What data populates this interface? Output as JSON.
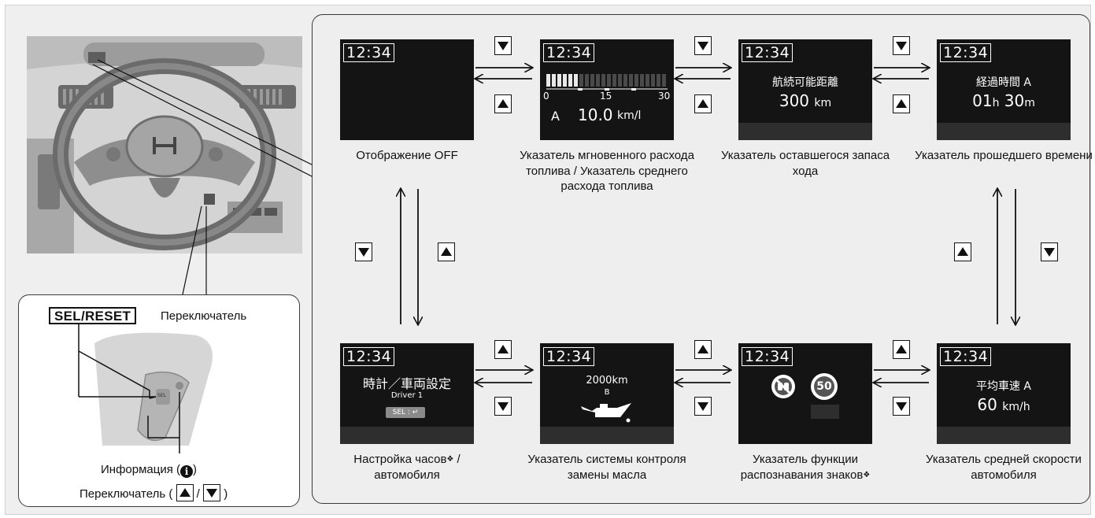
{
  "clock": "12:34",
  "screens": {
    "off": {
      "caption": "Отображение OFF"
    },
    "fuel": {
      "scale": [
        "0",
        "15",
        "30"
      ],
      "letter": "A",
      "value": "10.0",
      "unit": "km/l",
      "caption": "Указатель мгновенного расхода топлива / Указатель среднего расхода топлива"
    },
    "range": {
      "title": "航続可能距離",
      "value": "300",
      "unit": "km",
      "caption": "Указатель оставшегося запаса хода"
    },
    "elapsed": {
      "title": "経過時間 A",
      "hours": "01",
      "h": "h",
      "minutes": "30",
      "m": "m",
      "caption": "Указатель прошедшего времени"
    },
    "clock_setting": {
      "title": "時計／車両設定",
      "driver": "Driver 1",
      "sel": "SEL : ↵",
      "caption_line1": "Настройка часов",
      "star": "❖",
      "caption_line1_end": " /",
      "caption_line2": "автомобиля"
    },
    "oil": {
      "value": "2000km",
      "code": "B",
      "caption": "Указатель системы контроля замены масла"
    },
    "sign": {
      "speed_sign": "50",
      "caption_line1": "Указатель функции",
      "caption_line2": "распознавания знаков",
      "star": "❖"
    },
    "speed": {
      "title": "平均車速 A",
      "value": "60",
      "unit": "km/h",
      "caption": "Указатель средней скорости автомобиля"
    }
  },
  "inset": {
    "sel_reset": "SEL/RESET",
    "switch_label": "Переключатель",
    "info_label": "Информация (",
    "info_close": ")",
    "switch_line": "Переключатель (",
    "slash": "/",
    "close": ")"
  },
  "colors": {
    "screen_bg": "#141414",
    "panel_bg": "#eeeeee",
    "frame": "#3a3a3a"
  }
}
